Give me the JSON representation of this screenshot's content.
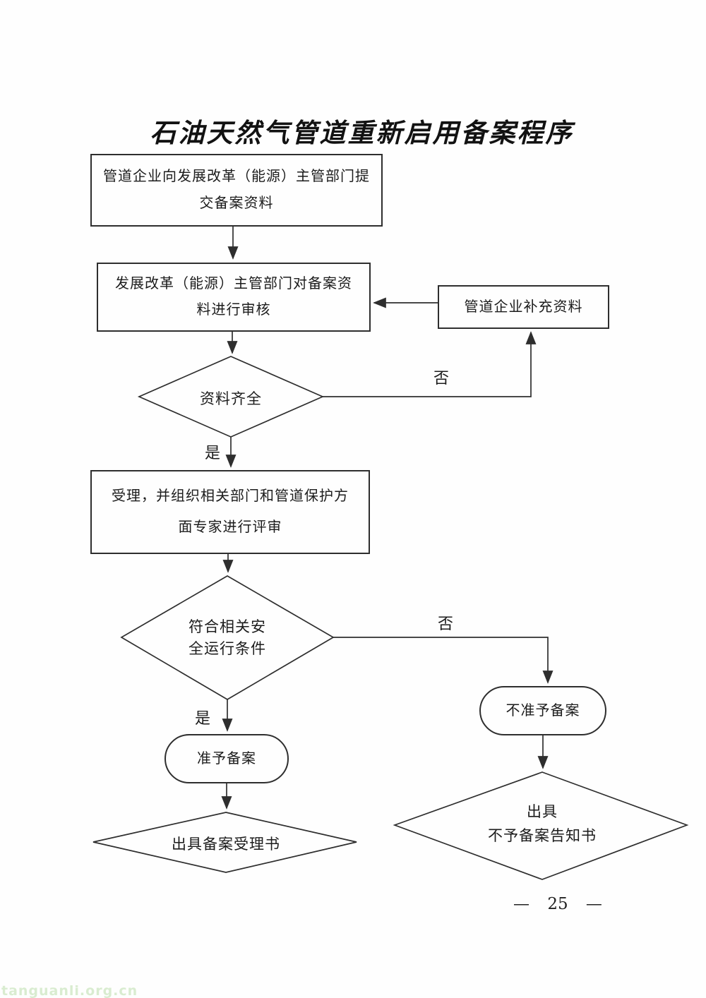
{
  "page": {
    "title": "石油天然气管道重新启用备案程序",
    "page_number": "— 25 —",
    "watermark": "tanguanli.org.cn"
  },
  "colors": {
    "line": "#2e2e2e",
    "watermark_green": "#d9ecd0"
  },
  "flowchart": {
    "nodes": {
      "submit": {
        "line1": "管道企业向发展改革（能源）主管部门提",
        "line2": "交备案资料"
      },
      "review": {
        "line1": "发展改革（能源）主管部门对备案资",
        "line2": "料进行审核"
      },
      "supplement": {
        "label": "管道企业补充资料"
      },
      "check_complete": {
        "label": "资料齐全"
      },
      "accept_review": {
        "line1": "受理，并组织相关部门和管道保护方",
        "line2": "面专家进行评审"
      },
      "check_safety": {
        "line1": "符合相关安",
        "line2": "全运行条件"
      },
      "approve": {
        "label": "准予备案"
      },
      "reject": {
        "label": "不准予备案"
      },
      "issue_acceptance": {
        "label": "出具备案受理书"
      },
      "issue_rejection": {
        "line1": "出具",
        "line2": "不予备案告知书"
      }
    },
    "labels": {
      "no1": "否",
      "yes1": "是",
      "no2": "否",
      "yes2": "是"
    }
  }
}
